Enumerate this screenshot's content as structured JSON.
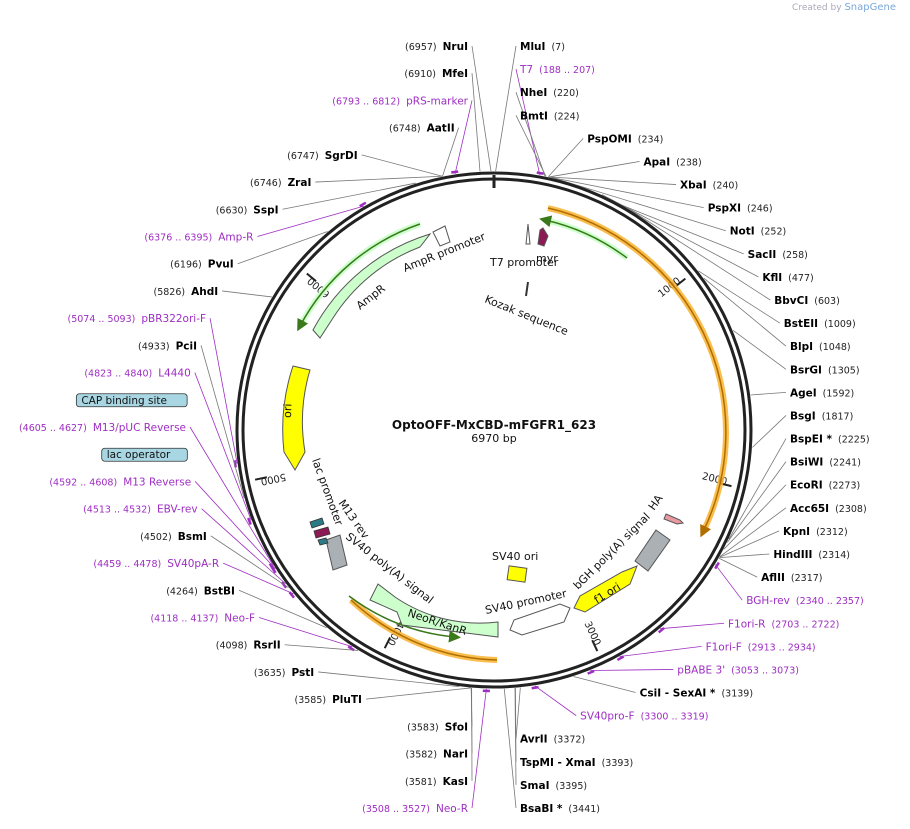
{
  "credit": {
    "prefix": "Created by",
    "brand": "SnapGene"
  },
  "title": "OptoOFF-MxCBD-mFGFR1_623",
  "length": "6970 bp",
  "colors": {
    "enzyme": "#000000",
    "primer": "#9e2ec2",
    "ring": "#222222",
    "ampr": "#ccffcc",
    "ori": "#ffff00",
    "orange": "#f9b32f",
    "myr": "#8c1b55"
  },
  "ticks": [
    {
      "label": "1000",
      "bp": 1000
    },
    {
      "label": "2000",
      "bp": 2000
    },
    {
      "label": "3000",
      "bp": 3000
    },
    {
      "label": "4000",
      "bp": 4000
    },
    {
      "label": "5000",
      "bp": 5000
    },
    {
      "label": "6000",
      "bp": 6000
    }
  ],
  "inner_features": [
    {
      "label": "myr"
    },
    {
      "label": "T7 promoter"
    },
    {
      "label": "Kozak sequence"
    },
    {
      "label": "AmpR promoter"
    },
    {
      "label": "AmpR"
    },
    {
      "label": "ori"
    },
    {
      "label": "lac promoter"
    },
    {
      "label": "M13 rev"
    },
    {
      "label": "SV40 poly(A) signal"
    },
    {
      "label": "NeoR/KanR"
    },
    {
      "label": "SV40 promoter"
    },
    {
      "label": "SV40 ori"
    },
    {
      "label": "f1 ori"
    },
    {
      "label": "bGH poly(A) signal"
    },
    {
      "label": "HA"
    }
  ],
  "sites": [
    {
      "name": "NruI",
      "pos": "6957",
      "kind": "enzyme",
      "side": "left"
    },
    {
      "name": "MfeI",
      "pos": "6910",
      "kind": "enzyme",
      "side": "left"
    },
    {
      "name": "pRS-marker",
      "pos": "6793 .. 6812",
      "kind": "primer",
      "side": "left"
    },
    {
      "name": "AatII",
      "pos": "6748",
      "kind": "enzyme",
      "side": "left"
    },
    {
      "name": "SgrDI",
      "pos": "6747",
      "kind": "enzyme",
      "side": "left"
    },
    {
      "name": "ZraI",
      "pos": "6746",
      "kind": "enzyme",
      "side": "left"
    },
    {
      "name": "SspI",
      "pos": "6630",
      "kind": "enzyme",
      "side": "left"
    },
    {
      "name": "Amp-R",
      "pos": "6376 .. 6395",
      "kind": "primer",
      "side": "left"
    },
    {
      "name": "PvuI",
      "pos": "6196",
      "kind": "enzyme",
      "side": "left"
    },
    {
      "name": "AhdI",
      "pos": "5826",
      "kind": "enzyme",
      "side": "left"
    },
    {
      "name": "pBR322ori-F",
      "pos": "5074 .. 5093",
      "kind": "primer",
      "side": "left"
    },
    {
      "name": "PciI",
      "pos": "4933",
      "kind": "enzyme",
      "side": "left"
    },
    {
      "name": "L4440",
      "pos": "4823 .. 4840",
      "kind": "primer",
      "side": "left"
    },
    {
      "name": "CAP binding site",
      "pos": "",
      "kind": "box",
      "side": "left"
    },
    {
      "name": "M13/pUC Reverse",
      "pos": "4605 .. 4627",
      "kind": "primer",
      "side": "left"
    },
    {
      "name": "lac operator",
      "pos": "",
      "kind": "box",
      "side": "left"
    },
    {
      "name": "M13 Reverse",
      "pos": "4592 .. 4608",
      "kind": "primer",
      "side": "left"
    },
    {
      "name": "EBV-rev",
      "pos": "4513 .. 4532",
      "kind": "primer",
      "side": "left"
    },
    {
      "name": "BsmI",
      "pos": "4502",
      "kind": "enzyme",
      "side": "left"
    },
    {
      "name": "SV40pA-R",
      "pos": "4459 .. 4478",
      "kind": "primer",
      "side": "left"
    },
    {
      "name": "BstBI",
      "pos": "4264",
      "kind": "enzyme",
      "side": "left"
    },
    {
      "name": "Neo-F",
      "pos": "4118 .. 4137",
      "kind": "primer",
      "side": "left"
    },
    {
      "name": "RsrII",
      "pos": "4098",
      "kind": "enzyme",
      "side": "left"
    },
    {
      "name": "PstI",
      "pos": "3635",
      "kind": "enzyme",
      "side": "left"
    },
    {
      "name": "PluTI",
      "pos": "3585",
      "kind": "enzyme",
      "side": "left"
    },
    {
      "name": "SfoI",
      "pos": "3583",
      "kind": "enzyme",
      "side": "left"
    },
    {
      "name": "NarI",
      "pos": "3582",
      "kind": "enzyme",
      "side": "left"
    },
    {
      "name": "KasI",
      "pos": "3581",
      "kind": "enzyme",
      "side": "left"
    },
    {
      "name": "Neo-R",
      "pos": "3508 .. 3527",
      "kind": "primer",
      "side": "left"
    },
    {
      "name": "MluI",
      "pos": "7",
      "kind": "enzyme",
      "side": "right"
    },
    {
      "name": "T7",
      "pos": "188 .. 207",
      "kind": "primer",
      "side": "right"
    },
    {
      "name": "NheI",
      "pos": "220",
      "kind": "enzyme",
      "side": "right"
    },
    {
      "name": "BmtI",
      "pos": "224",
      "kind": "enzyme",
      "side": "right"
    },
    {
      "name": "PspOMI",
      "pos": "234",
      "kind": "enzyme",
      "side": "right"
    },
    {
      "name": "ApaI",
      "pos": "238",
      "kind": "enzyme",
      "side": "right"
    },
    {
      "name": "XbaI",
      "pos": "240",
      "kind": "enzyme",
      "side": "right"
    },
    {
      "name": "PspXI",
      "pos": "246",
      "kind": "enzyme",
      "side": "right"
    },
    {
      "name": "NotI",
      "pos": "252",
      "kind": "enzyme",
      "side": "right"
    },
    {
      "name": "SacII",
      "pos": "258",
      "kind": "enzyme",
      "side": "right"
    },
    {
      "name": "KflI",
      "pos": "477",
      "kind": "enzyme",
      "side": "right"
    },
    {
      "name": "BbvCI",
      "pos": "603",
      "kind": "enzyme",
      "side": "right"
    },
    {
      "name": "BstEII",
      "pos": "1009",
      "kind": "enzyme",
      "side": "right"
    },
    {
      "name": "BlpI",
      "pos": "1048",
      "kind": "enzyme",
      "side": "right"
    },
    {
      "name": "BsrGI",
      "pos": "1305",
      "kind": "enzyme",
      "side": "right"
    },
    {
      "name": "AgeI",
      "pos": "1592",
      "kind": "enzyme",
      "side": "right"
    },
    {
      "name": "BsgI",
      "pos": "1817",
      "kind": "enzyme",
      "side": "right"
    },
    {
      "name": "BspEI *",
      "pos": "2225",
      "kind": "enzyme",
      "side": "right"
    },
    {
      "name": "BsiWI",
      "pos": "2241",
      "kind": "enzyme",
      "side": "right"
    },
    {
      "name": "EcoRI",
      "pos": "2273",
      "kind": "enzyme",
      "side": "right"
    },
    {
      "name": "Acc65I",
      "pos": "2308",
      "kind": "enzyme",
      "side": "right"
    },
    {
      "name": "KpnI",
      "pos": "2312",
      "kind": "enzyme",
      "side": "right"
    },
    {
      "name": "HindIII",
      "pos": "2314",
      "kind": "enzyme",
      "side": "right"
    },
    {
      "name": "AflII",
      "pos": "2317",
      "kind": "enzyme",
      "side": "right"
    },
    {
      "name": "BGH-rev",
      "pos": "2340 .. 2357",
      "kind": "primer",
      "side": "right"
    },
    {
      "name": "F1ori-R",
      "pos": "2703 .. 2722",
      "kind": "primer",
      "side": "right"
    },
    {
      "name": "F1ori-F",
      "pos": "2913 .. 2934",
      "kind": "primer",
      "side": "right"
    },
    {
      "name": "pBABE 3'",
      "pos": "3053 .. 3073",
      "kind": "primer",
      "side": "right"
    },
    {
      "name": "CsiI  - SexAI *",
      "pos": "3139",
      "kind": "enzyme",
      "side": "right"
    },
    {
      "name": "SV40pro-F",
      "pos": "3300 .. 3319",
      "kind": "primer",
      "side": "right"
    },
    {
      "name": "AvrII",
      "pos": "3372",
      "kind": "enzyme",
      "side": "right"
    },
    {
      "name": "TspMI  - XmaI",
      "pos": "3393",
      "kind": "enzyme",
      "side": "right"
    },
    {
      "name": "SmaI",
      "pos": "3395",
      "kind": "enzyme",
      "side": "right"
    },
    {
      "name": "BsaBI *",
      "pos": "3441",
      "kind": "enzyme",
      "side": "right"
    }
  ]
}
